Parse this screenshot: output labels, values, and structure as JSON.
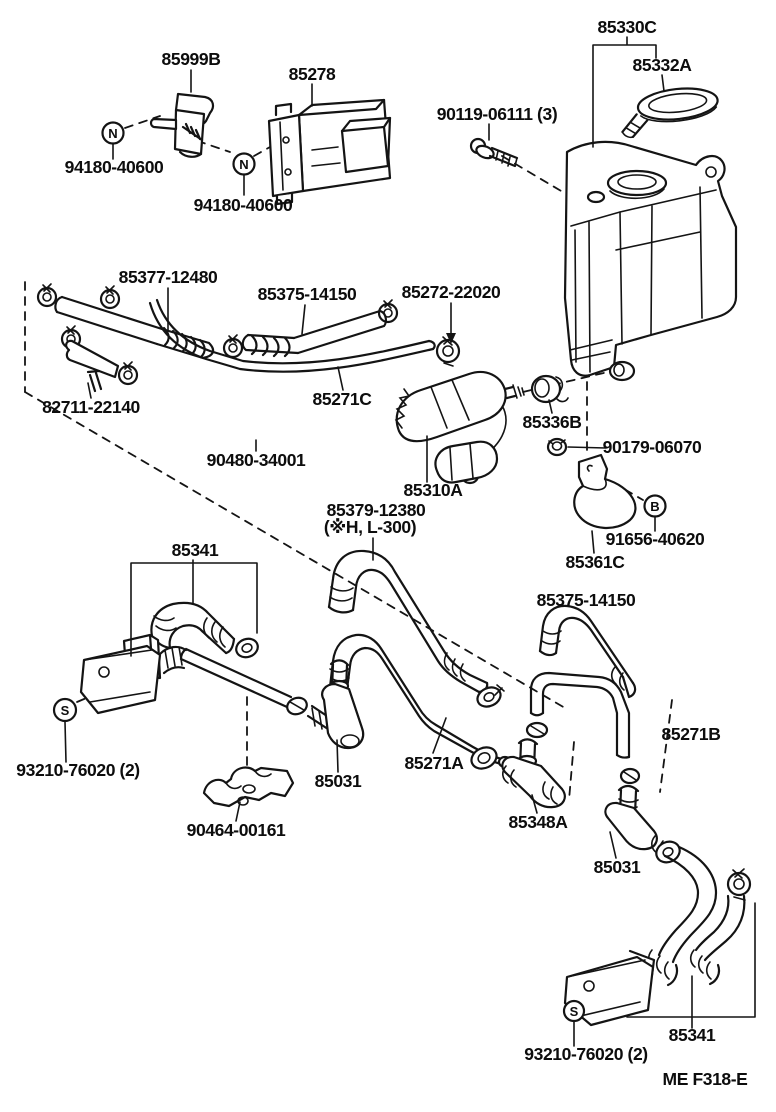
{
  "diagram": {
    "type": "exploded-parts-diagram",
    "subject": "windshield washer tank, pump, hoses and nozzles",
    "drawing_code": "ME  F318-E",
    "colors": {
      "line": "#141414",
      "background": "#ffffff"
    },
    "labels": [
      {
        "id": "l0",
        "text": "85999B"
      },
      {
        "id": "l1",
        "text": "85278"
      },
      {
        "id": "l2",
        "text": "90119-06111 (3)"
      },
      {
        "id": "l3",
        "text": "94180-40600"
      },
      {
        "id": "l4",
        "text": "94180-40600"
      },
      {
        "id": "l5",
        "text": "85330C"
      },
      {
        "id": "l6",
        "text": "85332A"
      },
      {
        "id": "l7",
        "text": "85377-12480"
      },
      {
        "id": "l8",
        "text": "85375-14150"
      },
      {
        "id": "l9",
        "text": "85272-22020"
      },
      {
        "id": "l10",
        "text": "82711-22140"
      },
      {
        "id": "l11",
        "text": "85271C"
      },
      {
        "id": "l12",
        "text": "90480-34001"
      },
      {
        "id": "l13",
        "text": "85310A"
      },
      {
        "id": "l14",
        "text": "85336B"
      },
      {
        "id": "l15",
        "text": "90179-06070"
      },
      {
        "id": "l16",
        "text": "91656-40620"
      },
      {
        "id": "l17",
        "text": "85361C"
      },
      {
        "id": "l18",
        "text": "85379-12380"
      },
      {
        "id": "l19",
        "text": "(※H, L-300)"
      },
      {
        "id": "l20",
        "text": "85341"
      },
      {
        "id": "l21",
        "text": "85375-14150"
      },
      {
        "id": "l22",
        "text": "85271B"
      },
      {
        "id": "l23",
        "text": "93210-76020 (2)"
      },
      {
        "id": "l24",
        "text": "85031"
      },
      {
        "id": "l25",
        "text": "85271A"
      },
      {
        "id": "l26",
        "text": "90464-00161"
      },
      {
        "id": "l27",
        "text": "85348A"
      },
      {
        "id": "l28",
        "text": "85031"
      },
      {
        "id": "l29",
        "text": "85341"
      },
      {
        "id": "l30",
        "text": "93210-76020 (2)"
      },
      {
        "id": "l31",
        "text": "ME  F318-E"
      }
    ],
    "symbols": [
      {
        "id": "s0",
        "glyph": "N"
      },
      {
        "id": "s1",
        "glyph": "N"
      },
      {
        "id": "s2",
        "glyph": "S"
      },
      {
        "id": "s3",
        "glyph": "S"
      },
      {
        "id": "s4",
        "glyph": "B"
      }
    ]
  }
}
